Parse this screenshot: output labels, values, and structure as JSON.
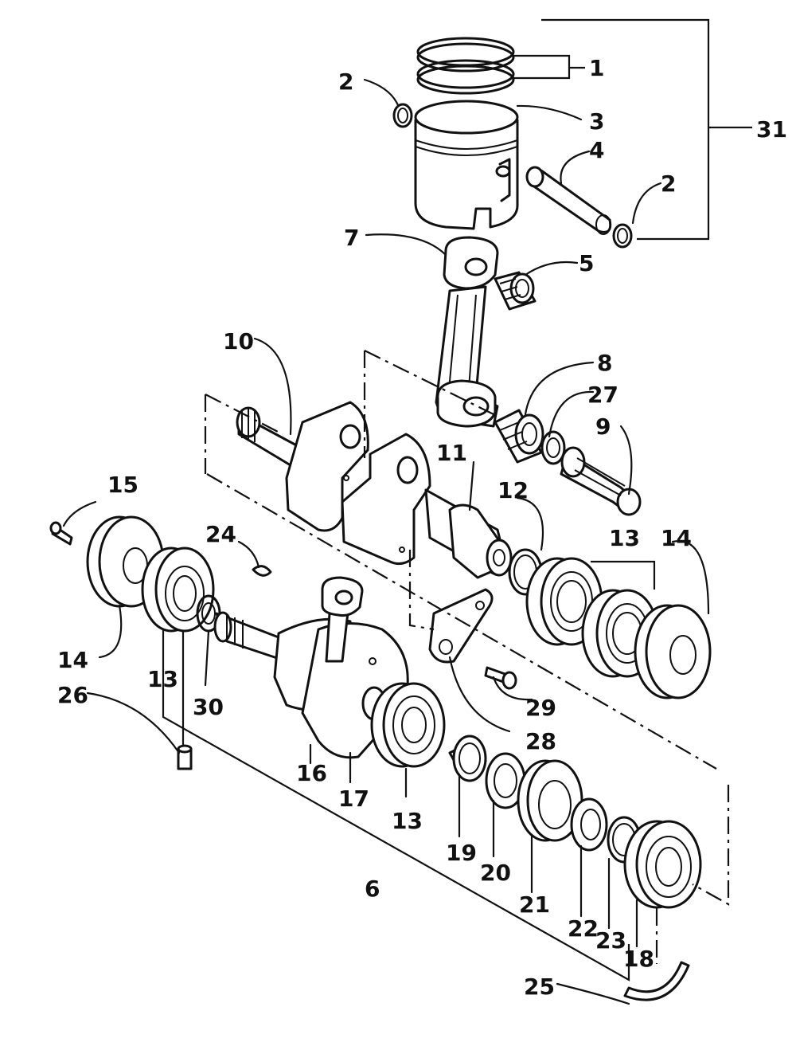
{
  "callouts": {
    "c1": "1",
    "c2a": "2",
    "c2b": "2",
    "c3": "3",
    "c4": "4",
    "c5": "5",
    "c6": "6",
    "c7": "7",
    "c8": "8",
    "c9": "9",
    "c10": "10",
    "c11": "11",
    "c12": "12",
    "c13a": "13",
    "c13b": "13",
    "c13c": "13",
    "c14a": "14",
    "c14b": "14",
    "c15": "15",
    "c16": "16",
    "c17": "17",
    "c18": "18",
    "c19": "19",
    "c20": "20",
    "c21": "21",
    "c22": "22",
    "c23": "23",
    "c24": "24",
    "c25": "25",
    "c26": "26",
    "c27": "27",
    "c28": "28",
    "c29": "29",
    "c30": "30",
    "c31": "31"
  }
}
